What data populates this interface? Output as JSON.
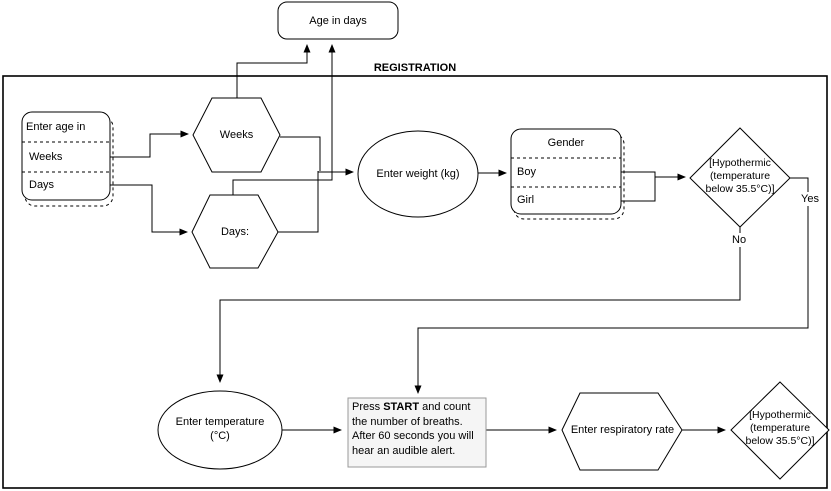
{
  "page": {
    "registration_label": "REGISTRATION"
  },
  "nodes": {
    "age_in_days": {
      "label": "Age in days"
    },
    "age_list": {
      "header": "Enter age in",
      "rows": [
        "Weeks",
        "Days"
      ]
    },
    "weeks_hex": {
      "label": "Weeks"
    },
    "days_hex": {
      "label": "Days:"
    },
    "weight": {
      "label": "Enter weight (kg)"
    },
    "gender": {
      "header": "Gender",
      "rows": [
        "Boy",
        "Girl"
      ]
    },
    "hypothermic_top": {
      "line1": "[Hypothermic",
      "line2": "(temperature",
      "line3": "below 35.5°C)]"
    },
    "temperature": {
      "line1": "Enter temperature",
      "line2": "(°C)"
    },
    "press_start": {
      "prefix": "Press ",
      "bold": "START",
      "suffix": " and count",
      "line2": "the number of breaths.",
      "line3": "After 60 seconds you will",
      "line4": "hear an audible alert."
    },
    "respiratory": {
      "label": "Enter respiratory rate"
    },
    "hypothermic_bottom": {
      "line1": "[Hypothermic",
      "line2": "(temperature",
      "line3": "below 35.5°C)]"
    }
  },
  "edges": {
    "yes_label": "Yes",
    "no_label": "No"
  },
  "colors": {
    "stroke": "#000000",
    "note_fill": "#f5f5f5",
    "note_stroke": "#999999",
    "background": "#ffffff"
  }
}
